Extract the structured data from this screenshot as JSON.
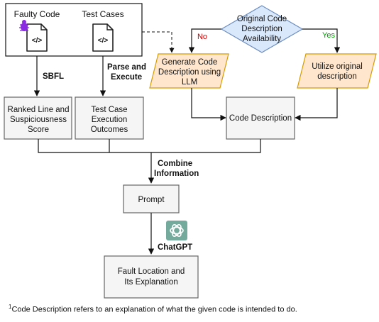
{
  "nodes": {
    "faulty_code": "Faulty Code",
    "test_cases": "Test Cases",
    "decision": [
      "Original Code",
      "Description",
      "Availability"
    ],
    "generate": [
      "Generate Code",
      "Description using",
      "LLM"
    ],
    "utilize": [
      "Utilize original",
      "description"
    ],
    "ranked": [
      "Ranked Line and",
      "Suspiciousness",
      "Score"
    ],
    "test_outcomes": [
      "Test Case",
      "Execution",
      "Outcomes"
    ],
    "code_description": "Code Description",
    "prompt": "Prompt",
    "fault": [
      "Fault Location and",
      "Its Explanation"
    ]
  },
  "edges": {
    "sbfl": "SBFL",
    "parse": [
      "Parse and",
      "Execute"
    ],
    "combine": [
      "Combine",
      "Information"
    ],
    "chatgpt": "ChatGPT",
    "no": "No",
    "yes": "Yes"
  },
  "colors": {
    "gray_box": "#f5f5f5",
    "gray_stroke": "#666666",
    "orange_fill": "#ffe6cc",
    "orange_stroke": "#d79b00",
    "blue_fill": "#dae8fc",
    "blue_stroke": "#6c8ebf",
    "no": "#cc0000",
    "yes": "#009900",
    "bug_icon": "#8b2be2",
    "chatgpt_logo": "#74aa9c"
  },
  "icons": [
    "bug-icon",
    "code-file-icon",
    "chatgpt-logo-icon"
  ],
  "footnote": {
    "marker": "1",
    "text": "Code Description refers to an explanation of what the given code is intended to do."
  }
}
